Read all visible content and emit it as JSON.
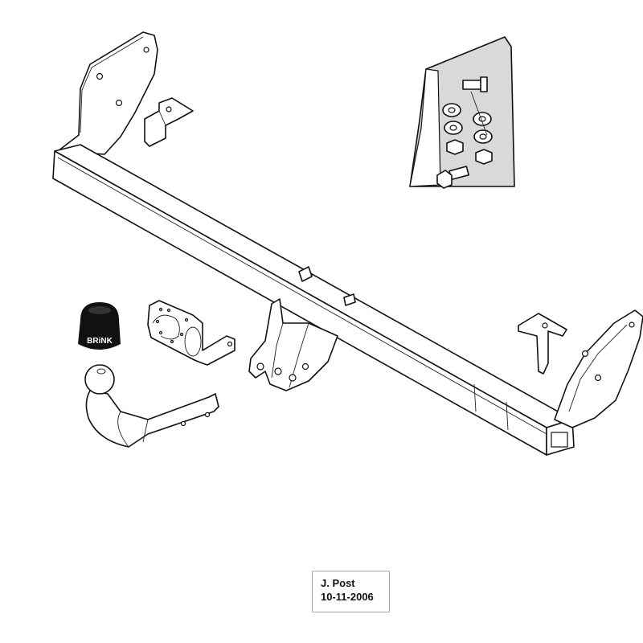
{
  "drawing": {
    "title_block": {
      "author": "J. Post",
      "date": "10-11-2006"
    },
    "parts": [
      {
        "name": "crossbar"
      },
      {
        "name": "left-side-bracket"
      },
      {
        "name": "right-side-bracket"
      },
      {
        "name": "small-bracket-left"
      },
      {
        "name": "small-bracket-right"
      },
      {
        "name": "center-hanger-bracket"
      },
      {
        "name": "hardware-bag"
      },
      {
        "name": "towball-cover",
        "brand": "BRINK"
      },
      {
        "name": "socket-plate"
      },
      {
        "name": "towball-neck"
      }
    ],
    "colors": {
      "line": "#111111",
      "bag_fill": "#d9d9d9",
      "cover": "#111111"
    }
  }
}
